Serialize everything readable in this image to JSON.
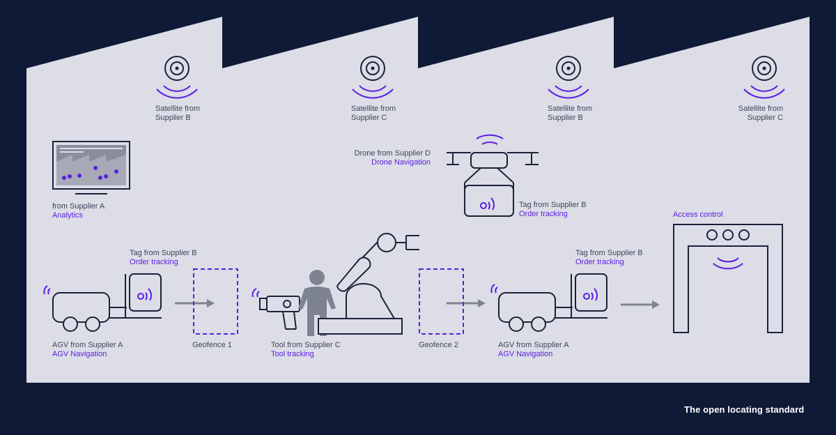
{
  "colors": {
    "background": "#0f1a36",
    "factory": "#dcdde7",
    "line": "#1a2238",
    "accent": "#5a1ee0",
    "gray": "#7e8392"
  },
  "satellites": [
    {
      "line1": "Satellite from",
      "line2": "Supplier B"
    },
    {
      "line1": "Satellite from",
      "line2": "Supplier C"
    },
    {
      "line1": "Satellite from",
      "line2": "Supplier B"
    },
    {
      "line1": "Satellite from",
      "line2": "Supplier C"
    }
  ],
  "analytics": {
    "line1": "from Supplier A",
    "line2": "Analytics"
  },
  "drone": {
    "line1": "Drone from Supplier D",
    "line2": "Drone Navigation"
  },
  "drone_tag": {
    "line1": "Tag from Supplier B",
    "line2": "Order tracking"
  },
  "tag_left": {
    "line1": "Tag from Supplier B",
    "line2": "Order tracking"
  },
  "tag_right": {
    "line1": "Tag from Supplier B",
    "line2": "Order tracking"
  },
  "agv_left": {
    "line1": "AGV from Supplier A",
    "line2": "AGV Navigation"
  },
  "agv_right": {
    "line1": "AGV from Supplier A",
    "line2": "AGV Navigation"
  },
  "geofence1": "Geofence 1",
  "geofence2": "Geofence 2",
  "tool": {
    "line1": "Tool from Supplier C",
    "line2": "Tool tracking"
  },
  "access_control": "Access control",
  "footer": "The open locating standard"
}
